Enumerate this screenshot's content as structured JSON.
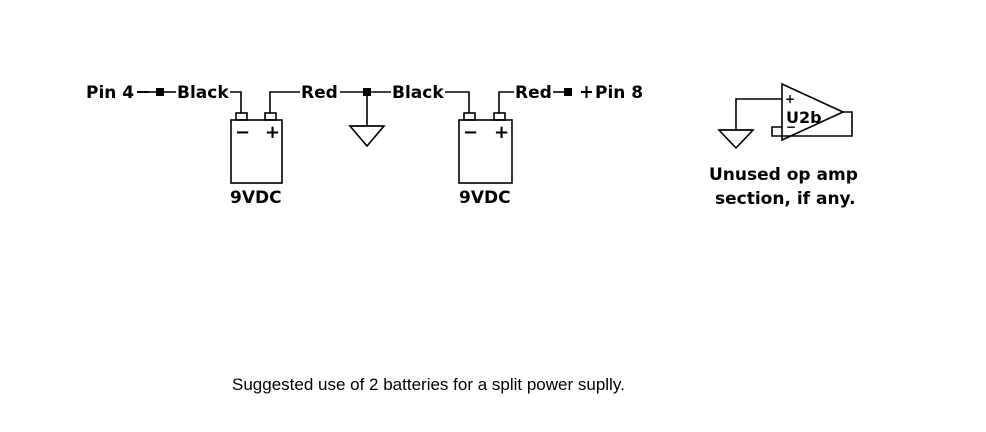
{
  "circuit": {
    "pin4_label": "Pin 4",
    "pin8_label": "Pin 8",
    "black_label": "Black",
    "red_label": "Red",
    "battery_minus": "−",
    "battery_plus": "+",
    "battery_voltage": "9VDC"
  },
  "opamp": {
    "name": "U2b",
    "plus": "+",
    "minus": "−",
    "note_line1": "Unused op amp",
    "note_line2": "section, if any."
  },
  "caption": "Suggested use of 2 batteries for a split power suplly."
}
